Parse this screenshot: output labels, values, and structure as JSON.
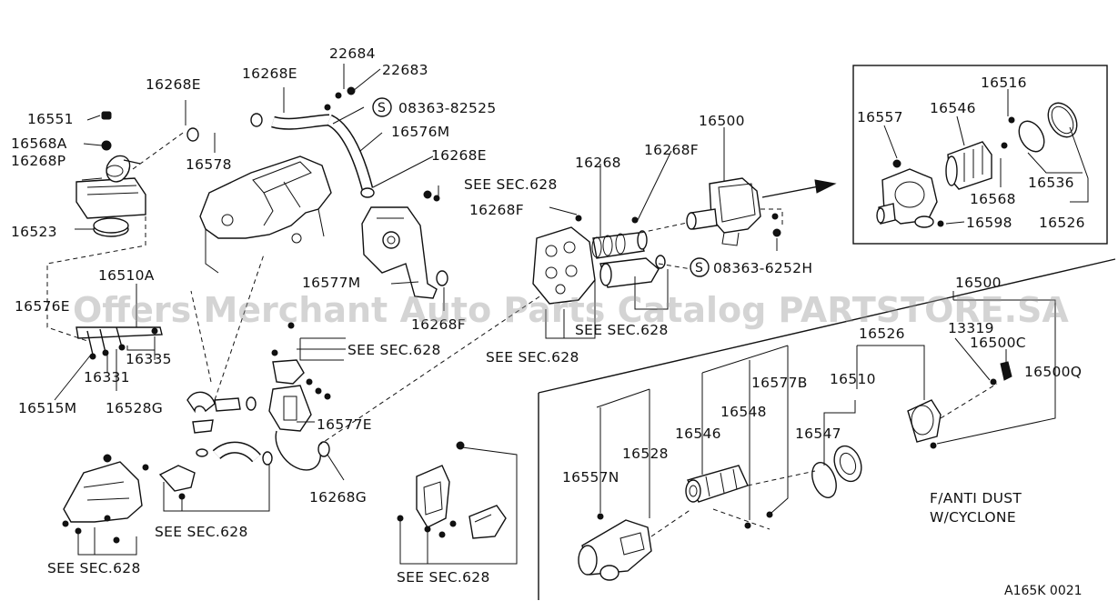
{
  "watermark": "Offers Merchant Auto Parts Catalog PARTSTORE.SA",
  "figure_code": "A165K 0021",
  "cyclone_note": [
    "F/ANTI DUST",
    "W/CYCLONE"
  ],
  "labels": {
    "p16551": "16551",
    "p16568A": "16568A",
    "p16268P": "16268P",
    "p16523": "16523",
    "p16576E": "16576E",
    "p16510A": "16510A",
    "p16331": "16331",
    "p16335": "16335",
    "p16515M": "16515M",
    "p16528G": "16528G",
    "p16268E_a": "16268E",
    "p16578": "16578",
    "p16268E_b": "16268E",
    "p22684": "22684",
    "p22683": "22683",
    "p08363_82525": "08363-82525",
    "p16576M": "16576M",
    "p16268E_c": "16268E",
    "see_sec_1": "SEE SEC.628",
    "p16577M": "16577M",
    "p16268F_a": "16268F",
    "see_sec_2": "SEE SEC.628",
    "p16577E": "16577E",
    "p16268G": "16268G",
    "see_sec_3": "SEE SEC.628",
    "see_sec_4": "SEE SEC.628",
    "see_sec_5": "SEE SEC.628",
    "p16268": "16268",
    "p16268F_b": "16268F",
    "p16268F_c": "16268F",
    "p16500_a": "16500",
    "see_sec_6": "SEE SEC.628",
    "see_sec_7": "SEE SEC.628",
    "p08363_6252H": "08363-6252H",
    "in_16516": "16516",
    "in_16557": "16557",
    "in_16546": "16546",
    "in_16536": "16536",
    "in_16568": "16568",
    "in_16598": "16598",
    "in_16526": "16526",
    "p16500_b": "16500",
    "p16526": "16526",
    "p16510": "16510",
    "p13319": "13319",
    "p16500C": "16500C",
    "p16500Q": "16500Q",
    "p16577B": "16577B",
    "p16548": "16548",
    "p16547": "16547",
    "p16546": "16546",
    "p16528": "16528",
    "p16557N": "16557N"
  }
}
